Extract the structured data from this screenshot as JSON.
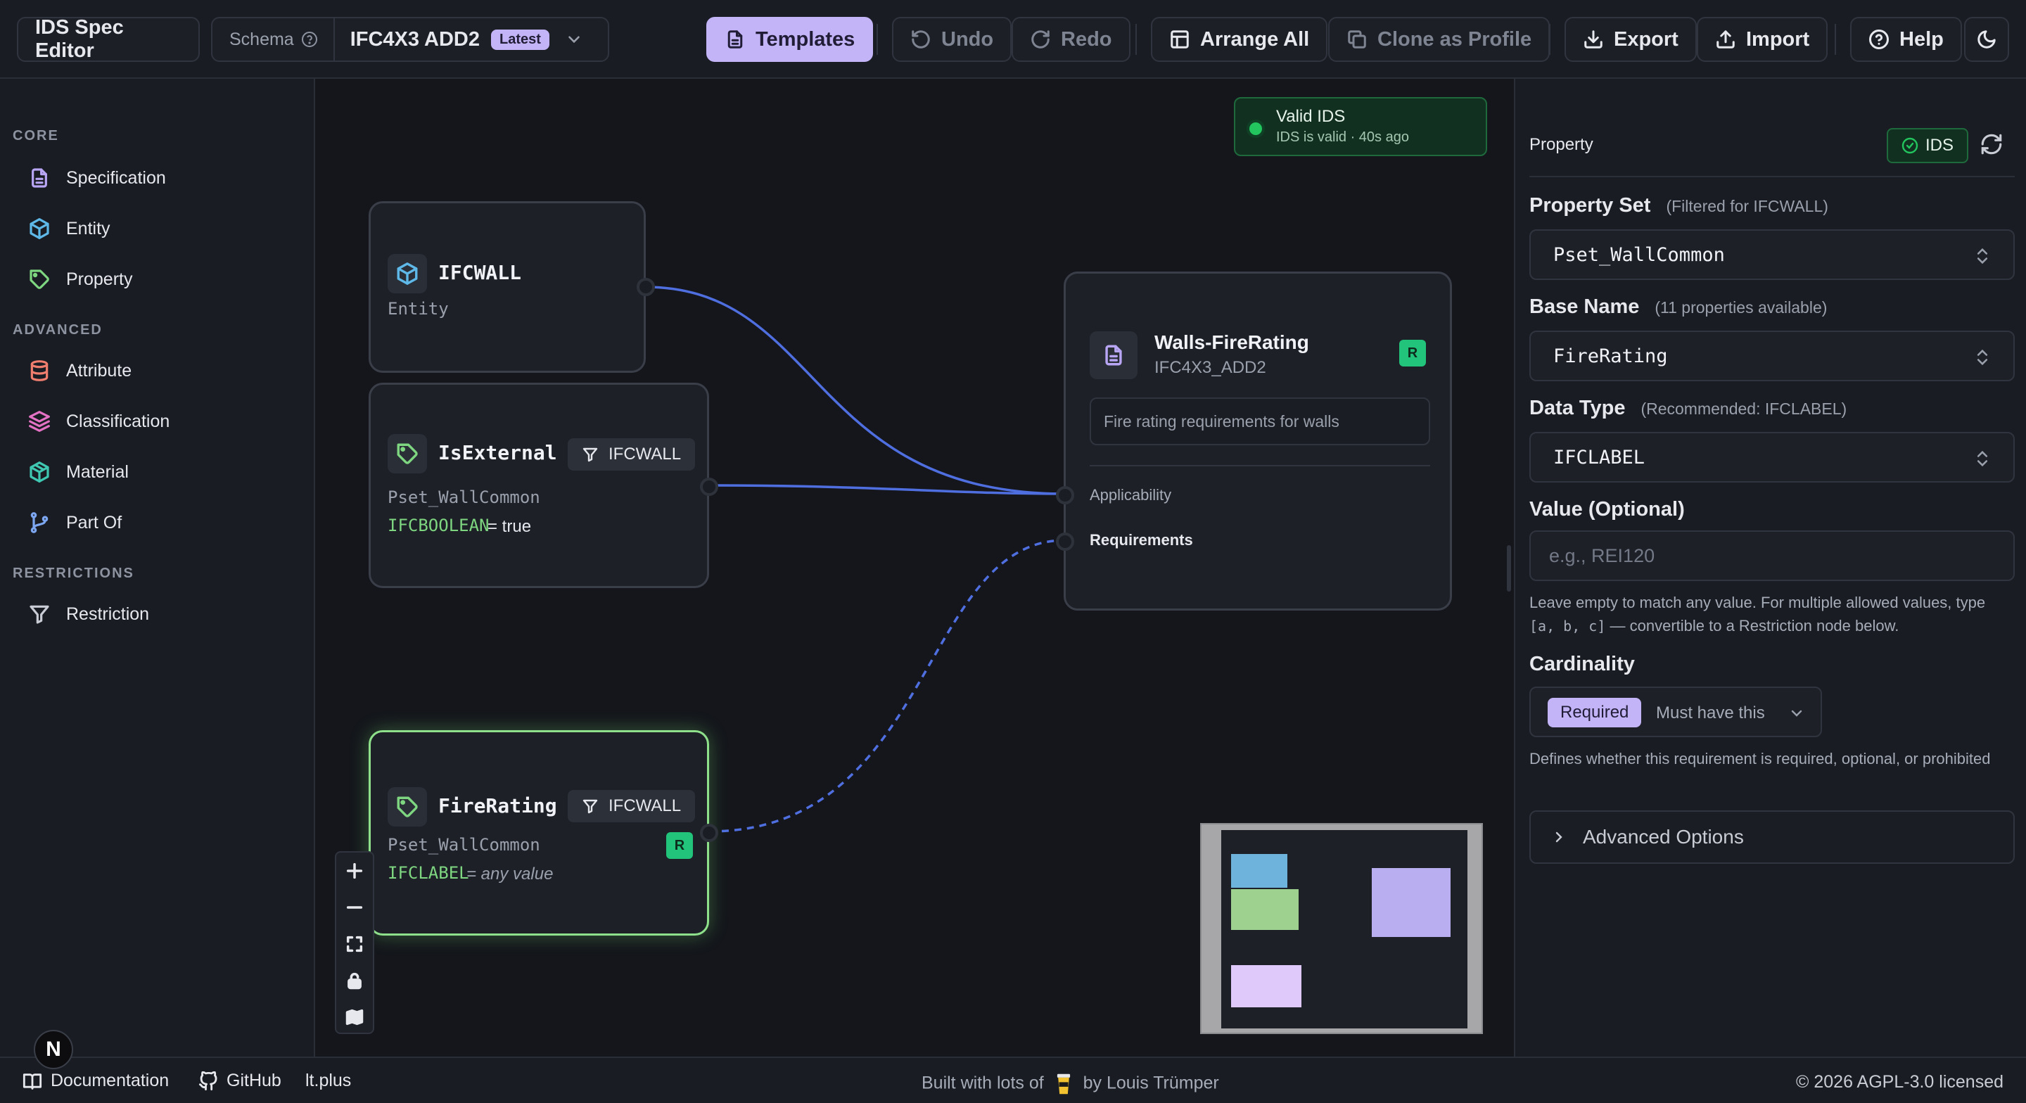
{
  "app": {
    "title": "IDS Spec Editor"
  },
  "schema": {
    "label": "Schema",
    "value": "IFC4X3 ADD2",
    "badge": "Latest"
  },
  "toolbar": {
    "templates": "Templates",
    "undo": "Undo",
    "redo": "Redo",
    "arrange_all": "Arrange All",
    "clone_as_profile": "Clone as Profile",
    "export": "Export",
    "import": "Import",
    "help": "Help"
  },
  "sidebar": {
    "sections": [
      {
        "title": "CORE",
        "items": [
          {
            "label": "Specification",
            "icon": "document-icon"
          },
          {
            "label": "Entity",
            "icon": "cube-icon"
          },
          {
            "label": "Property",
            "icon": "tag-icon"
          }
        ]
      },
      {
        "title": "ADVANCED",
        "items": [
          {
            "label": "Attribute",
            "icon": "database-icon"
          },
          {
            "label": "Classification",
            "icon": "layers-icon"
          },
          {
            "label": "Material",
            "icon": "box-icon"
          },
          {
            "label": "Part Of",
            "icon": "branch-icon"
          }
        ]
      },
      {
        "title": "RESTRICTIONS",
        "items": [
          {
            "label": "Restriction",
            "icon": "filter-icon"
          }
        ]
      }
    ]
  },
  "canvas": {
    "status": {
      "title": "Valid IDS",
      "detail": "IDS is valid · 40s ago"
    },
    "nodes": {
      "entity": {
        "title": "IFCWALL",
        "subtitle": "Entity"
      },
      "is_external": {
        "title": "IsExternal",
        "filter": "IFCWALL",
        "pset": "Pset_WallCommon",
        "datatype": "IFCBOOLEAN",
        "value": "= true"
      },
      "fire_rating": {
        "title": "FireRating",
        "filter": "IFCWALL",
        "pset": "Pset_WallCommon",
        "datatype": "IFCLABEL",
        "value": "= any value",
        "badge": "R"
      },
      "spec": {
        "title": "Walls-FireRating",
        "subtitle": "IFC4X3_ADD2",
        "description": "Fire rating requirements for walls",
        "applicability": "Applicability",
        "requirements": "Requirements",
        "badge": "R"
      }
    }
  },
  "panel": {
    "header": "Property",
    "ids_badge": "IDS",
    "property_set": {
      "label": "Property Set",
      "hint": "(Filtered for IFCWALL)",
      "value": "Pset_WallCommon"
    },
    "base_name": {
      "label": "Base Name",
      "hint": "(11 properties available)",
      "value": "FireRating"
    },
    "data_type": {
      "label": "Data Type",
      "hint": "(Recommended: IFCLABEL)",
      "value": "IFCLABEL"
    },
    "value": {
      "label": "Value (Optional)",
      "placeholder": "e.g., REI120",
      "help_1": "Leave empty to match any value. For multiple allowed values, type",
      "help_code": "[a, b, c]",
      "help_2": "— convertible to a Restriction node below."
    },
    "cardinality": {
      "label": "Cardinality",
      "chip": "Required",
      "option": "Must have this",
      "help": "Defines whether this requirement is required, optional, or prohibited"
    },
    "advanced": "Advanced Options"
  },
  "footer": {
    "documentation": "Documentation",
    "github": "GitHub",
    "site": "lt.plus",
    "built_prefix": "Built with lots of",
    "built_suffix": "by Louis Trümper",
    "license": "© 2026 AGPL-3.0 licensed",
    "avatar_letter": "N"
  },
  "colors": {
    "accent": "#c3b4f7",
    "valid": "#22c55e",
    "edge": "#4f6fe0",
    "selected_node": "#8ee08a"
  }
}
